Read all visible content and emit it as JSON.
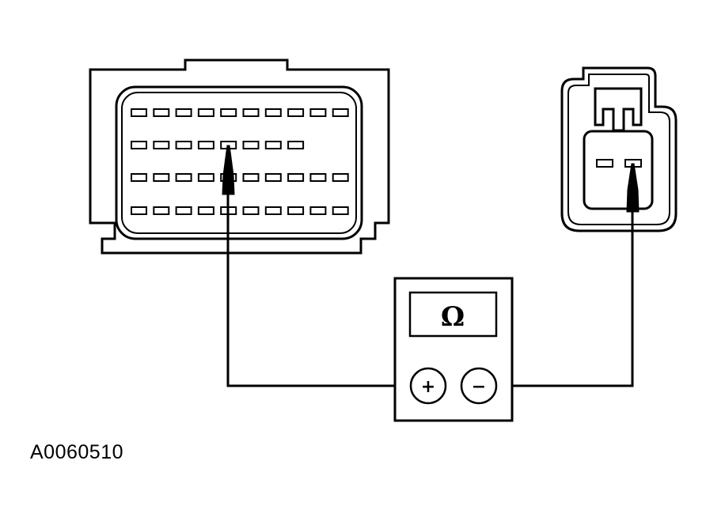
{
  "meter": {
    "display_symbol": "Ω",
    "positive_label": "+",
    "negative_label": "−"
  },
  "figure_code": "A0060510",
  "colors": {
    "line": "#000000",
    "background": "#ffffff"
  },
  "left_connector": {
    "pin_rows": [
      10,
      8,
      10,
      10
    ]
  },
  "right_connector": {
    "pin_count": 2
  }
}
